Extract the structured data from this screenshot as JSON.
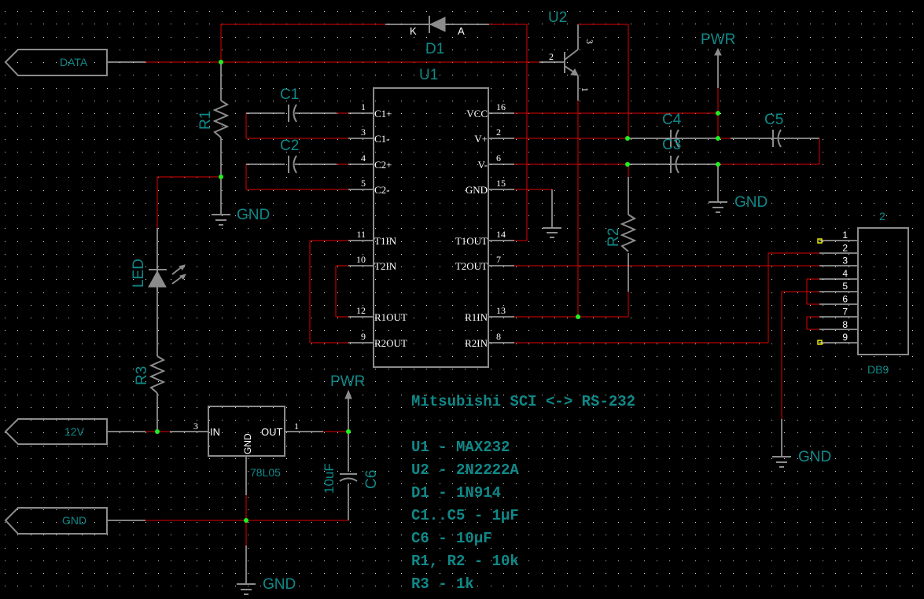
{
  "ports": {
    "data": "DATA",
    "v12": "12V",
    "gnd": "GND"
  },
  "power": {
    "pwr_top": "PWR",
    "pwr_reg": "PWR",
    "gnd_r1": "GND",
    "gnd_caps": "GND",
    "gnd_db9": "GND",
    "gnd_reg": "GND"
  },
  "parts": {
    "u1": "U1",
    "u2": "U2",
    "d1": "D1",
    "d1_k": "K",
    "d1_a": "A",
    "r1": "R1",
    "r2": "R2",
    "r3": "R3",
    "c1": "C1",
    "c2": "C2",
    "c3": "C3",
    "c4": "C4",
    "c5": "C5",
    "c6": "C6",
    "c6_value": "10uF",
    "led": "LED",
    "reg": "78L05",
    "reg_in": "IN",
    "reg_out": "OUT",
    "reg_gnd": "GND",
    "reg_pin_in": "3",
    "reg_pin_out": "1",
    "db9": "DB9",
    "db9_ref": "2",
    "u2_pin_b": "2",
    "u2_pin_c": "3",
    "u2_pin_e": "1"
  },
  "u1_pins_left": [
    {
      "num": "1",
      "name": "C1+"
    },
    {
      "num": "3",
      "name": "C1-"
    },
    {
      "num": "4",
      "name": "C2+"
    },
    {
      "num": "5",
      "name": "C2-"
    },
    {
      "num": "11",
      "name": "T1IN"
    },
    {
      "num": "10",
      "name": "T2IN"
    },
    {
      "num": "12",
      "name": "R1OUT"
    },
    {
      "num": "9",
      "name": "R2OUT"
    }
  ],
  "u1_pins_right": [
    {
      "num": "16",
      "name": "VCC"
    },
    {
      "num": "2",
      "name": "V+"
    },
    {
      "num": "6",
      "name": "V-"
    },
    {
      "num": "15",
      "name": "GND"
    },
    {
      "num": "14",
      "name": "T1OUT"
    },
    {
      "num": "7",
      "name": "T2OUT"
    },
    {
      "num": "13",
      "name": "R1IN"
    },
    {
      "num": "8",
      "name": "R2IN"
    }
  ],
  "db9_pins": [
    "1",
    "2",
    "3",
    "4",
    "5",
    "6",
    "7",
    "8",
    "9"
  ],
  "notes": {
    "title": "Mitsubishi SCI <-> RS-232",
    "bom": [
      "U1      - MAX232",
      "U2      - 2N2222A",
      "D1      - 1N914",
      "C1..C5 - 1µF",
      "C6      - 10µF",
      "R1, R2 - 10k",
      "R3      - 1k"
    ]
  }
}
